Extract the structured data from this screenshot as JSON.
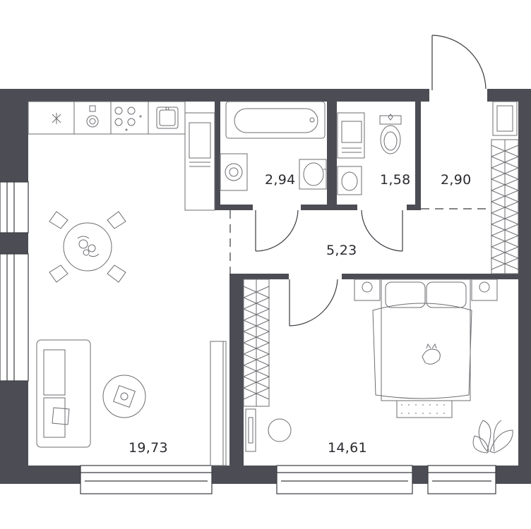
{
  "colors": {
    "wall": "#4c4d54",
    "line": "#3a3b40",
    "furniture": "#6c6d72",
    "window": "#ffffff"
  },
  "rooms": [
    {
      "id": "living-kitchen",
      "area": "19,73"
    },
    {
      "id": "bedroom",
      "area": "14,61"
    },
    {
      "id": "hallway",
      "area": "5,23"
    },
    {
      "id": "bathroom",
      "area": "2,94"
    },
    {
      "id": "toilet",
      "area": "1,58"
    },
    {
      "id": "entrance-hall",
      "area": "2,90"
    }
  ]
}
